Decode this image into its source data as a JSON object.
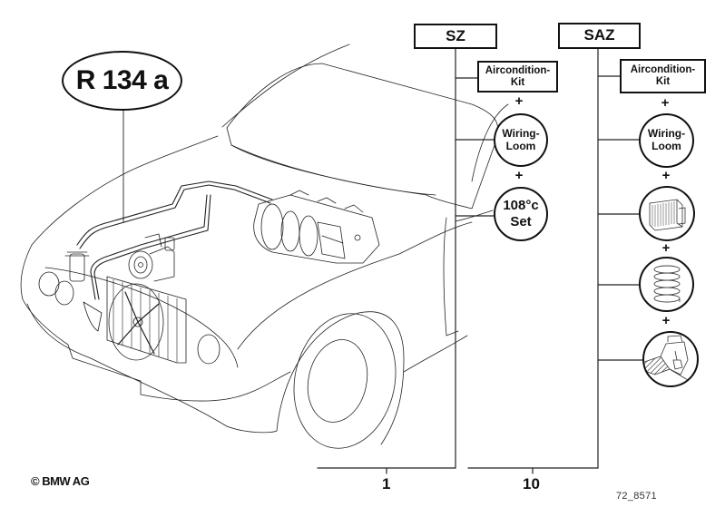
{
  "diagram": {
    "refrigerant_label": "R 134 a",
    "variants": [
      {
        "code": "SZ",
        "quantity": "1",
        "components": [
          {
            "type": "box",
            "label_line1": "Aircondition-",
            "label_line2": "Kit"
          },
          {
            "type": "circle",
            "label_line1": "Wiring-",
            "label_line2": "Loom"
          },
          {
            "type": "circle",
            "label_line1": "108°c",
            "label_line2": "Set"
          }
        ]
      },
      {
        "code": "SAZ",
        "quantity": "10",
        "components": [
          {
            "type": "box",
            "label_line1": "Aircondition-",
            "label_line2": "Kit"
          },
          {
            "type": "circle",
            "label_line1": "Wiring-",
            "label_line2": "Loom"
          },
          {
            "type": "circle-icon",
            "icon": "radiator-icon"
          },
          {
            "type": "circle-icon",
            "icon": "coil-spring-icon"
          },
          {
            "type": "circle-icon",
            "icon": "center-console-icon"
          }
        ]
      }
    ],
    "plus_sign": "+",
    "copyright": "© BMW AG",
    "drawing_ref": "72_8571"
  }
}
